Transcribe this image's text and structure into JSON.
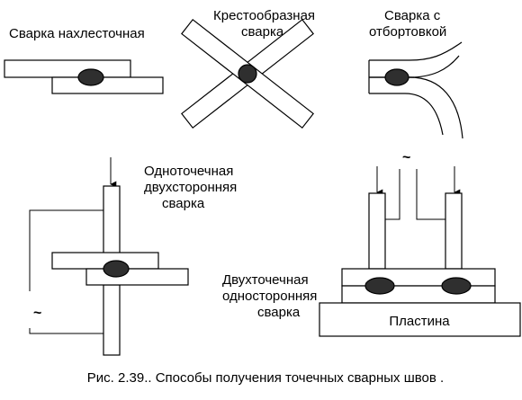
{
  "labels": {
    "lap": "Сварка нахлесточная",
    "cross_line1": "Крестообразная",
    "cross_line2": "сварка",
    "flange_line1": "Сварка с",
    "flange_line2": "отбортовкой",
    "single_line1": "Одноточечная",
    "single_line2": "двухсторонняя",
    "single_line3": "сварка",
    "double_line1": "Двухточечная",
    "double_line2": "односторонняя",
    "double_line3": "сварка",
    "plate": "Пластина",
    "tilde_left": "~",
    "tilde_right": "~",
    "caption": "Рис. 2.39.. Способы получения  точечных сварных швов ."
  },
  "colors": {
    "line": "#000000",
    "weld": "#2f2f2f",
    "background": "#ffffff"
  },
  "icons": {
    "arrow": "down-arrow-icon"
  }
}
